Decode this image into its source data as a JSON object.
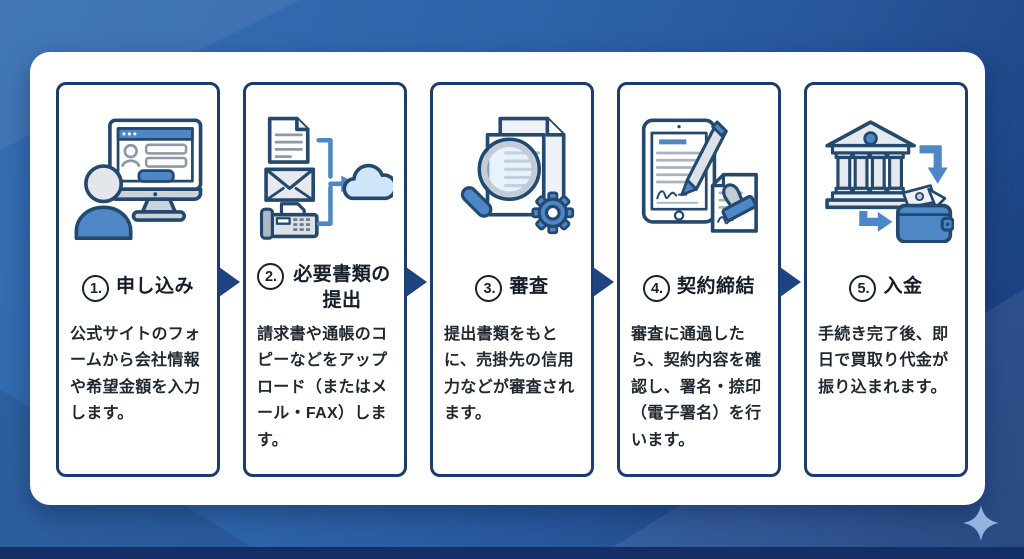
{
  "steps": [
    {
      "number": "1.",
      "title": "申し込み",
      "icon": "applicant-computer-icon",
      "description": "公式サイトのフォームから会社情報や希望金額を入力します。"
    },
    {
      "number": "2.",
      "title": "必要書類の提出",
      "icon": "documents-upload-cloud-icon",
      "description": "請求書や通帳のコピーなどをアップロード（またはメール・FAX）します。"
    },
    {
      "number": "3.",
      "title": "審査",
      "icon": "magnifier-documents-gear-icon",
      "description": "提出書類をもとに、売掛先の信用力などが審査されます。"
    },
    {
      "number": "4.",
      "title": "契約締結",
      "icon": "tablet-signature-stamp-icon",
      "description": "審査に通過したら、契約内容を確認し、署名・捺印（電子署名）を行います。"
    },
    {
      "number": "5.",
      "title": "入金",
      "icon": "bank-wallet-transfer-icon",
      "description": "手続き完了後、即日で買取り代金が振り込まれます。"
    }
  ],
  "decorations": {
    "sparkle_icon": "sparkle-icon"
  },
  "colors": {
    "background_blue": "#2e65aa",
    "background_dark_band": "#142f66",
    "panel": "#ffffff",
    "card_border": "#1c3c6e",
    "step_arrow": "#1d4380",
    "accent_blue": "#4d87c6",
    "light_blue": "#cfe6f8",
    "icon_outline": "#24496e",
    "icon_gray": "#e3e7ec",
    "text": "#1f2730"
  }
}
